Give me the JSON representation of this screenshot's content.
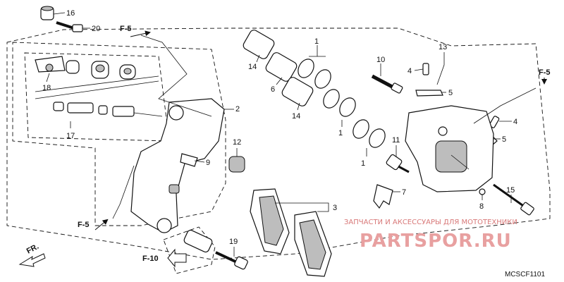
{
  "callouts": [
    "16",
    "20",
    "18",
    "17",
    "2",
    "9",
    "12",
    "14",
    "6",
    "14",
    "1",
    "1",
    "1",
    "10",
    "4",
    "5",
    "13",
    "4",
    "5",
    "11",
    "7",
    "8",
    "15",
    "3",
    "19"
  ],
  "references": {
    "f5_top": "F-5",
    "f5_right": "F-5",
    "f5_left": "F-5",
    "f10": "F-10",
    "fr": "FR."
  },
  "diagram_code": "MCSCF1101",
  "watermark": {
    "line1": "ЗАПЧАСТИ И АКСЕССУАРЫ ДЛЯ МОТОТЕХНИКИ",
    "line2": "PARTSPOR.RU"
  }
}
